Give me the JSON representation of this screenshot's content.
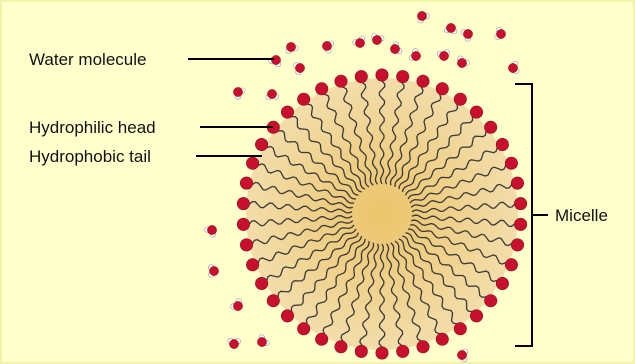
{
  "labels": {
    "water_molecule": "Water molecule",
    "hydrophilic_head": "Hydrophilic head",
    "hydrophobic_tail": "Hydrophobic tail",
    "micelle": "Micelle"
  },
  "colors": {
    "background": "#ffffcc",
    "head": "#c8102e",
    "core_center": "#ecc46a",
    "core_edge": "#f3ddaa",
    "tail": "#3a3a3a",
    "hydrogen": "#ffffff",
    "leader": "#000000"
  },
  "micelle": {
    "lipid_count": 42
  }
}
